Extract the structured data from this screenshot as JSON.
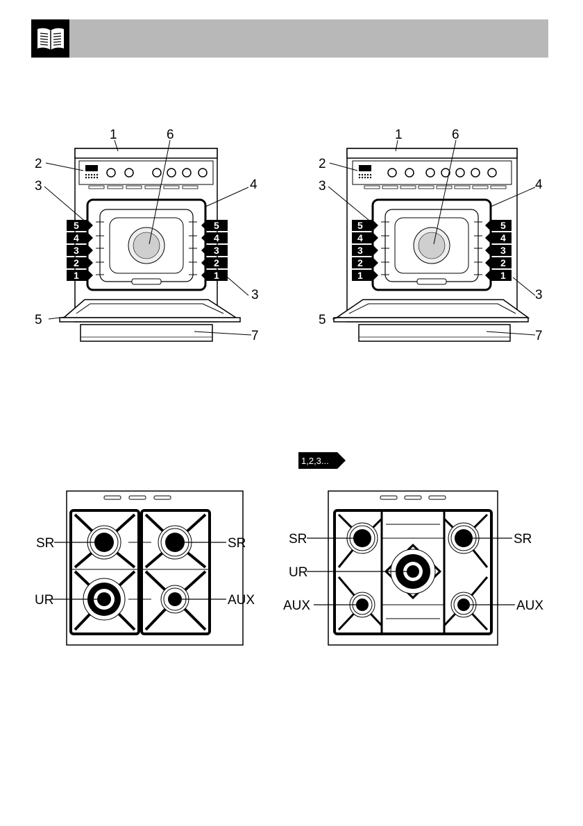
{
  "header": {
    "icon": "book-icon"
  },
  "oven_figure_left": {
    "callouts": [
      "1",
      "2",
      "3",
      "4",
      "5",
      "6",
      "7",
      "3"
    ],
    "shelves": [
      "5",
      "4",
      "3",
      "2",
      "1"
    ]
  },
  "oven_figure_right": {
    "callouts": [
      "1",
      "2",
      "3",
      "4",
      "5",
      "6",
      "7",
      "3"
    ],
    "shelves": [
      "5",
      "4",
      "3",
      "2",
      "1"
    ]
  },
  "sequence_tag": {
    "label": "1,2,3..."
  },
  "hob_4_burner": {
    "burners": [
      "SR",
      "SR",
      "UR",
      "AUX"
    ]
  },
  "hob_5_burner": {
    "burners": [
      "SR",
      "SR",
      "UR",
      "AUX",
      "AUX"
    ]
  }
}
